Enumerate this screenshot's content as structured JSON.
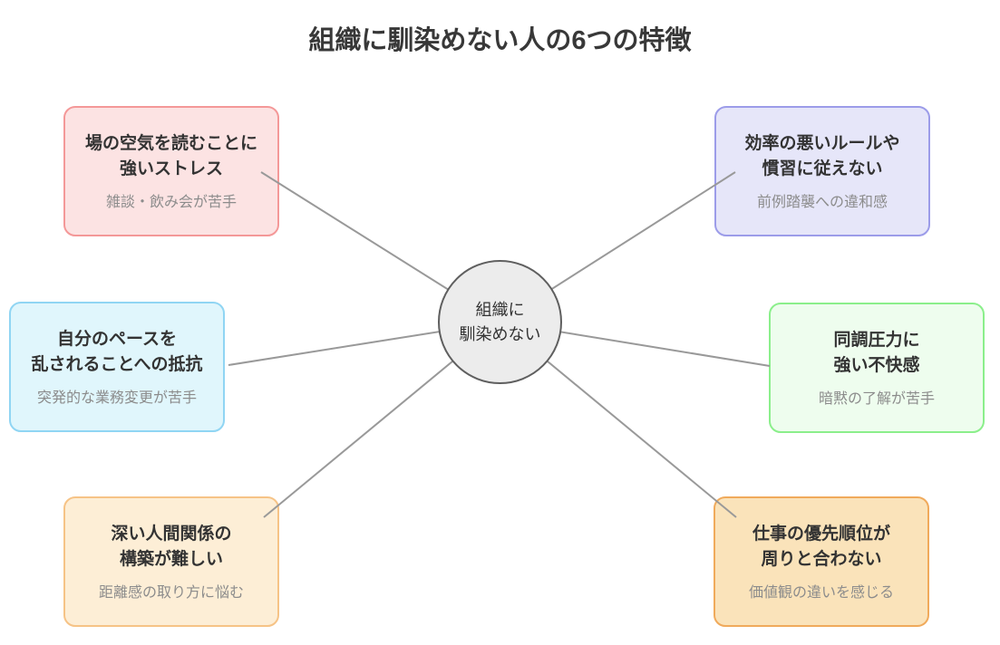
{
  "title": "組織に馴染めない人の6つの特徴",
  "center": {
    "label_line1": "組織に",
    "label_line2": "馴染めない",
    "fill": "#ececec",
    "border": "#5f5f5f"
  },
  "connector_color": "#999999",
  "nodes": [
    {
      "id": "air-reading-stress",
      "title_line1": "場の空気を読むことに",
      "title_line2": "強いストレス",
      "subtitle": "雑談・飲み会が苦手",
      "fill": "#fce3e3",
      "border": "#f49898"
    },
    {
      "id": "inefficient-rules",
      "title_line1": "効率の悪いルールや",
      "title_line2": "慣習に従えない",
      "subtitle": "前例踏襲への違和感",
      "fill": "#e6e6f9",
      "border": "#9c9ce9"
    },
    {
      "id": "own-pace",
      "title_line1": "自分のペースを",
      "title_line2": "乱されることへの抵抗",
      "subtitle": "突発的な業務変更が苦手",
      "fill": "#e0f6fc",
      "border": "#90d5f3"
    },
    {
      "id": "peer-pressure",
      "title_line1": "同調圧力に",
      "title_line2": "強い不快感",
      "subtitle": "暗黙の了解が苦手",
      "fill": "#eefdee",
      "border": "#8bef8b"
    },
    {
      "id": "deep-relationships",
      "title_line1": "深い人間関係の",
      "title_line2": "構築が難しい",
      "subtitle": "距離感の取り方に悩む",
      "fill": "#fdeed6",
      "border": "#f6c386"
    },
    {
      "id": "work-priorities",
      "title_line1": "仕事の優先順位が",
      "title_line2": "周りと合わない",
      "subtitle": "価値観の違いを感じる",
      "fill": "#fae3ba",
      "border": "#f0aa5b"
    }
  ]
}
